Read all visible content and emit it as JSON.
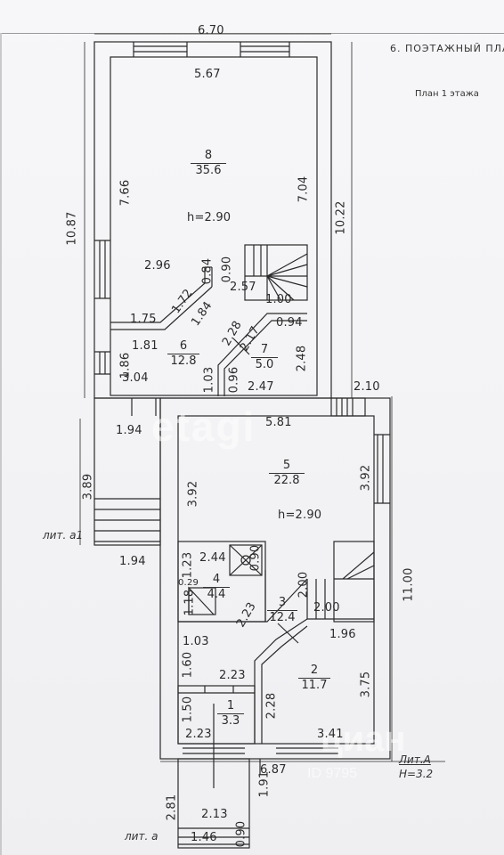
{
  "header": {
    "title": "6. ПОЭТАЖНЫЙ ПЛА",
    "subtitle": "План 1 этажа"
  },
  "watermarks": {
    "center": "etagi",
    "bottom": "циан",
    "bottom_id": "ID 9795"
  },
  "rooms": {
    "r8": {
      "num": "8",
      "area": "35.6"
    },
    "r6": {
      "num": "6",
      "area": "12.8"
    },
    "r7": {
      "num": "7",
      "area": "5.0"
    },
    "r5": {
      "num": "5",
      "area": "22.8"
    },
    "r4": {
      "num": "4",
      "area": "4.4"
    },
    "r3": {
      "num": "3",
      "area": "12.4"
    },
    "r2": {
      "num": "2",
      "area": "11.7"
    },
    "r1": {
      "num": "1",
      "area": "3.3"
    }
  },
  "heights": {
    "upper": "h=2.90",
    "lower": "h=2.90"
  },
  "lit": {
    "a1": "лит. а1",
    "A": "Лит.А",
    "H": "H=3.2",
    "a": "лит. а"
  },
  "dims": {
    "top_outer": "6.70",
    "top_inner": "5.67",
    "left_outer": "10.87",
    "left_inner": "7.66",
    "r8_right": "7.04",
    "right_outer": "10.22",
    "d296": "2.96",
    "d084": "0.84",
    "d090": "0.90",
    "d257": "2.57",
    "d100": "1.00",
    "d172": "1.72",
    "d175": "1.75",
    "d184": "1.84",
    "d228a": "2.28",
    "d217": "2.17",
    "d094": "0.94",
    "d181": "1.81",
    "d186": "1.86",
    "d304": "3.04",
    "d103a": "1.03",
    "d096": "0.96",
    "d247": "2.47",
    "d248": "2.48",
    "d210": "2.10",
    "d194a": "1.94",
    "d581": "5.81",
    "d389": "3.89",
    "d392a": "3.92",
    "d392b": "3.92",
    "d194b": "1.94",
    "d1100": "11.00",
    "d244": "2.44",
    "d123": "1.23",
    "d090b": "0.90",
    "d029": "0.29",
    "d118": "1.18",
    "d223a": "2.23",
    "d200a": "2.00",
    "d200b": "2.00",
    "d196": "1.96",
    "d103b": "1.03",
    "d160": "1.60",
    "d223b": "2.23",
    "d228b": "2.28",
    "d375": "3.75",
    "d150": "1.50",
    "d223c": "2.23",
    "d341": "3.41",
    "d687": "6.87",
    "d191": "1.91",
    "d281": "2.81",
    "d213": "2.13",
    "d146": "1.46",
    "d090c": "0.90"
  },
  "colors": {
    "ink": "#2a2a2a",
    "paper": "#f4f4f6",
    "watermark": "#ffffff"
  }
}
